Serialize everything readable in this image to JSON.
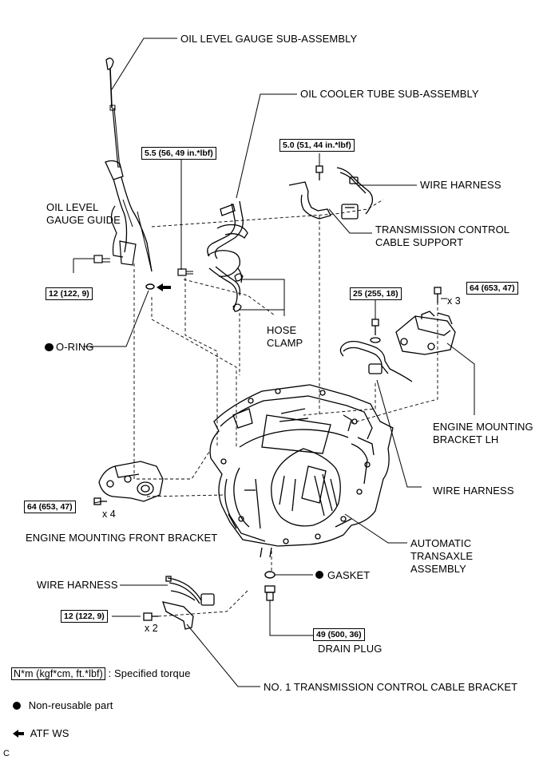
{
  "labels": {
    "oil_level_gauge": "OIL LEVEL GAUGE SUB-ASSEMBLY",
    "oil_cooler_tube": "OIL COOLER TUBE SUB-ASSEMBLY",
    "oil_level_gauge_guide_1": "OIL LEVEL",
    "oil_level_gauge_guide_2": "GAUGE GUIDE",
    "wire_harness_top": "WIRE HARNESS",
    "tcc_support_1": "TRANSMISSION CONTROL",
    "tcc_support_2": "CABLE SUPPORT",
    "o_ring": "O-RING",
    "hose_clamp_1": "HOSE",
    "hose_clamp_2": "CLAMP",
    "engine_mount_lh_1": "ENGINE MOUNTING",
    "engine_mount_lh_2": "BRACKET LH",
    "wire_harness_mid": "WIRE HARNESS",
    "engine_mount_front": "ENGINE MOUNTING FRONT BRACKET",
    "auto_transaxle_1": "AUTOMATIC",
    "auto_transaxle_2": "TRANSAXLE",
    "auto_transaxle_3": "ASSEMBLY",
    "wire_harness_bottom": "WIRE HARNESS",
    "gasket": "GASKET",
    "drain_plug": "DRAIN PLUG",
    "no1_tcc_bracket": "NO. 1 TRANSMISSION CONTROL CABLE BRACKET"
  },
  "torques": {
    "cooler_bolt": "5.5 (56, 49 in.*lbf)",
    "cable_support_bolt": "5.0 (51, 44 in.*lbf)",
    "gauge_guide_bolt": "12 (122, 9)",
    "harness_bolt": "25 (255, 18)",
    "mount_lh_bolt": "64 (653, 47)",
    "mount_front_bolt": "64 (653, 47)",
    "cable_bracket_bolt": "12 (122, 9)",
    "drain_plug": "49 (500, 36)"
  },
  "multipliers": {
    "mount_lh": "x 3",
    "mount_front": "x 4",
    "cable_bracket": "x 2"
  },
  "legend": {
    "torque_box": "N*m (kgf*cm, ft.*lbf)",
    "torque_text": ": Specified torque",
    "non_reusable": "Non-reusable part",
    "atf": "ATF WS"
  },
  "corner_code": "C",
  "colors": {
    "ink": "#000000",
    "paper": "#ffffff"
  }
}
